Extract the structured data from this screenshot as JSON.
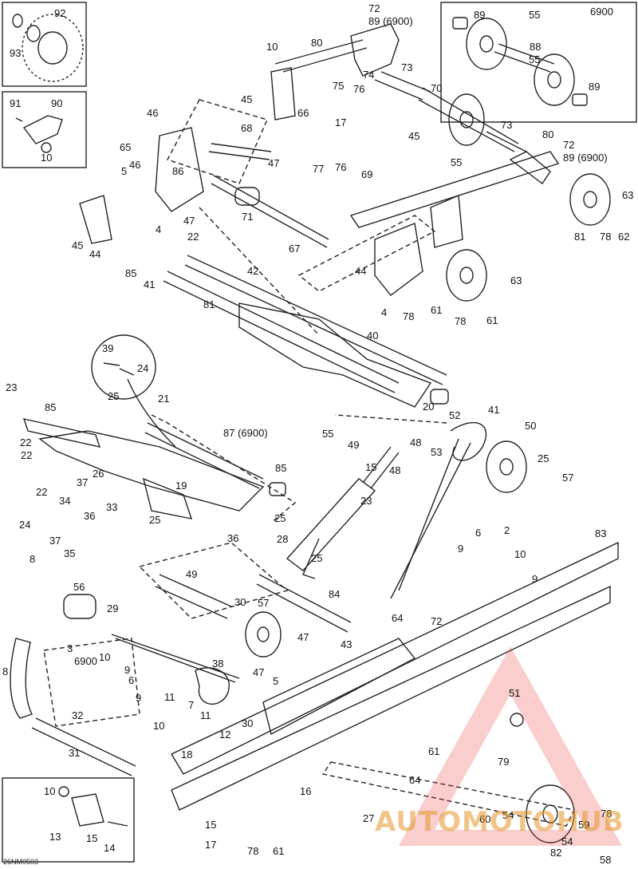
{
  "diagram": {
    "reference_code": "26NM0503",
    "variant_label": "6900",
    "watermark_text": "AUTOMOTOHUB",
    "callouts": [
      "92",
      "93",
      "72",
      "89 (6900)",
      "6900",
      "89",
      "55",
      "88",
      "55",
      "89",
      "10",
      "80",
      "74",
      "73",
      "70",
      "75",
      "76",
      "45",
      "66",
      "17",
      "46",
      "65",
      "68",
      "86",
      "47",
      "45",
      "76",
      "77",
      "69",
      "73",
      "80",
      "72",
      "89 (6900)",
      "63",
      "5",
      "46",
      "4",
      "47",
      "71",
      "55",
      "62",
      "78",
      "81",
      "45",
      "44",
      "67",
      "22",
      "85",
      "41",
      "42",
      "44",
      "63",
      "61",
      "4",
      "78",
      "61",
      "78",
      "81",
      "40",
      "39",
      "24",
      "25",
      "23",
      "85",
      "21",
      "22",
      "22",
      "87 (6900)",
      "20",
      "52",
      "41",
      "50",
      "55",
      "49",
      "48",
      "15",
      "53",
      "48",
      "25",
      "57",
      "85",
      "22",
      "37",
      "26",
      "34",
      "33",
      "25",
      "19",
      "25",
      "24",
      "36",
      "37",
      "35",
      "36",
      "23",
      "83",
      "2",
      "6",
      "9",
      "10",
      "9",
      "8",
      "28",
      "25",
      "49",
      "56",
      "29",
      "30",
      "57",
      "84",
      "47",
      "43",
      "72",
      "64",
      "3",
      "6900",
      "10",
      "9",
      "6",
      "9",
      "8",
      "32",
      "38",
      "47",
      "5",
      "11",
      "7",
      "10",
      "11",
      "12",
      "30",
      "18",
      "31",
      "51",
      "61",
      "79",
      "64",
      "60",
      "54",
      "27",
      "16",
      "59",
      "78",
      "10",
      "13",
      "15",
      "14",
      "15",
      "17",
      "78",
      "61",
      "82",
      "54",
      "58",
      "90",
      "91",
      "10"
    ]
  }
}
